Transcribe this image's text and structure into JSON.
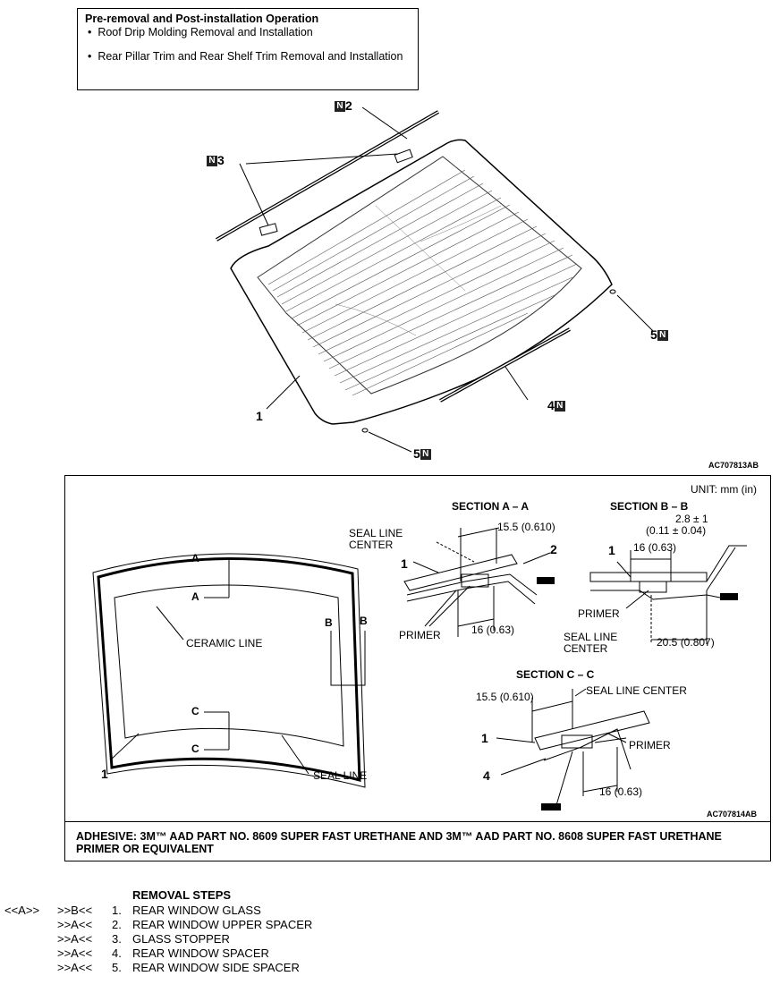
{
  "prebox": {
    "title": "Pre-removal and Post-installation Operation",
    "items": [
      "Roof Drip Molding Removal and Installation",
      "Rear Pillar Trim and Rear Shelf Trim Removal and Installation"
    ]
  },
  "top_diagram": {
    "n_label": "N",
    "callouts": {
      "c1": "1",
      "c2": "2",
      "c3": "3",
      "c4": "4",
      "c5a": "5",
      "c5b": "5"
    },
    "code": "AC707813AB"
  },
  "detail": {
    "unit": "UNIT: mm (in)",
    "section_aa": "SECTION A – A",
    "section_bb": "SECTION B – B",
    "section_cc": "SECTION C – C",
    "seal_line_center": "SEAL LINE CENTER",
    "seal_line_center_l1": "SEAL LINE",
    "seal_line_center_l2": "CENTER",
    "primer": "PRIMER",
    "ceramic_line": "CERAMIC LINE",
    "seal_line": "SEAL LINE",
    "dim_15_5": "15.5 (0.610)",
    "dim_16": "16 (0.63)",
    "dim_2_8": "2.8 ± 1",
    "dim_0_11": "(0.11 ± 0.04)",
    "dim_20_5": "20.5 (0.807)",
    "letter_a": "A",
    "letter_b": "B",
    "letter_c": "C",
    "n1": "1",
    "n2": "2",
    "n4": "4",
    "code": "AC707814AB"
  },
  "adhesive": "ADHESIVE: 3M™ AAD PART NO. 8609 SUPER FAST URETHANE AND 3M™ AAD PART NO. 8608 SUPER FAST URETHANE PRIMER OR EQUIVALENT",
  "steps": {
    "title": "REMOVAL STEPS",
    "rows": [
      {
        "pre": "<<A>>",
        "post": ">>B<<",
        "num": "1.",
        "text": "REAR WINDOW GLASS"
      },
      {
        "pre": "",
        "post": ">>A<<",
        "num": "2.",
        "text": "REAR WINDOW UPPER SPACER"
      },
      {
        "pre": "",
        "post": ">>A<<",
        "num": "3.",
        "text": "GLASS STOPPER"
      },
      {
        "pre": "",
        "post": ">>A<<",
        "num": "4.",
        "text": "REAR WINDOW SPACER"
      },
      {
        "pre": "",
        "post": ">>A<<",
        "num": "5.",
        "text": "REAR WINDOW SIDE SPACER"
      }
    ]
  }
}
